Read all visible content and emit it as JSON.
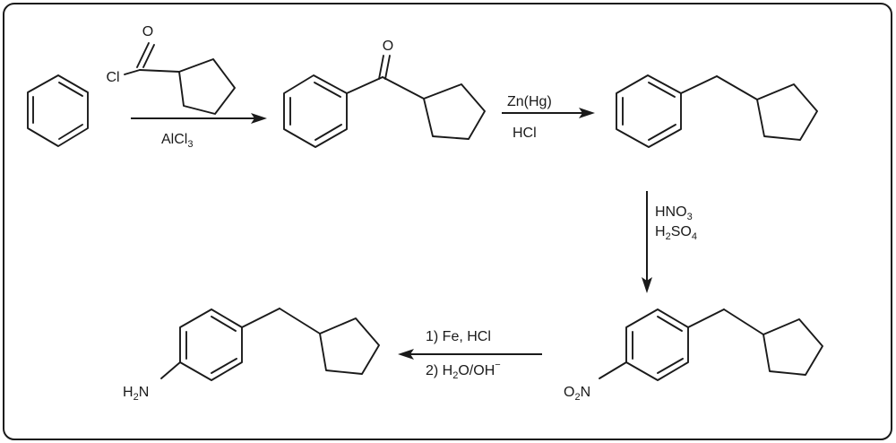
{
  "atoms": {
    "acyl_O": "O",
    "acyl_Cl": "Cl",
    "ketone_O": "O",
    "amine_H": "H",
    "amine_sub": "2",
    "amine_N": "N",
    "nitro_O": "O",
    "nitro_sub": "2",
    "nitro_N": "N"
  },
  "step1": {
    "base": "AlCl",
    "sub": "3"
  },
  "step2": {
    "line1": "Zn(Hg)",
    "line2": "HCl"
  },
  "step3": {
    "l1_a": "HNO",
    "l1_sub": "3",
    "l2_a": "H",
    "l2_sub1": "2",
    "l2_b": "SO",
    "l2_sub2": "4"
  },
  "step4": {
    "line1": "1) Fe, HCl",
    "l2_a": "2) H",
    "l2_sub": "2",
    "l2_b": "O/OH",
    "l2_sup": "−"
  }
}
